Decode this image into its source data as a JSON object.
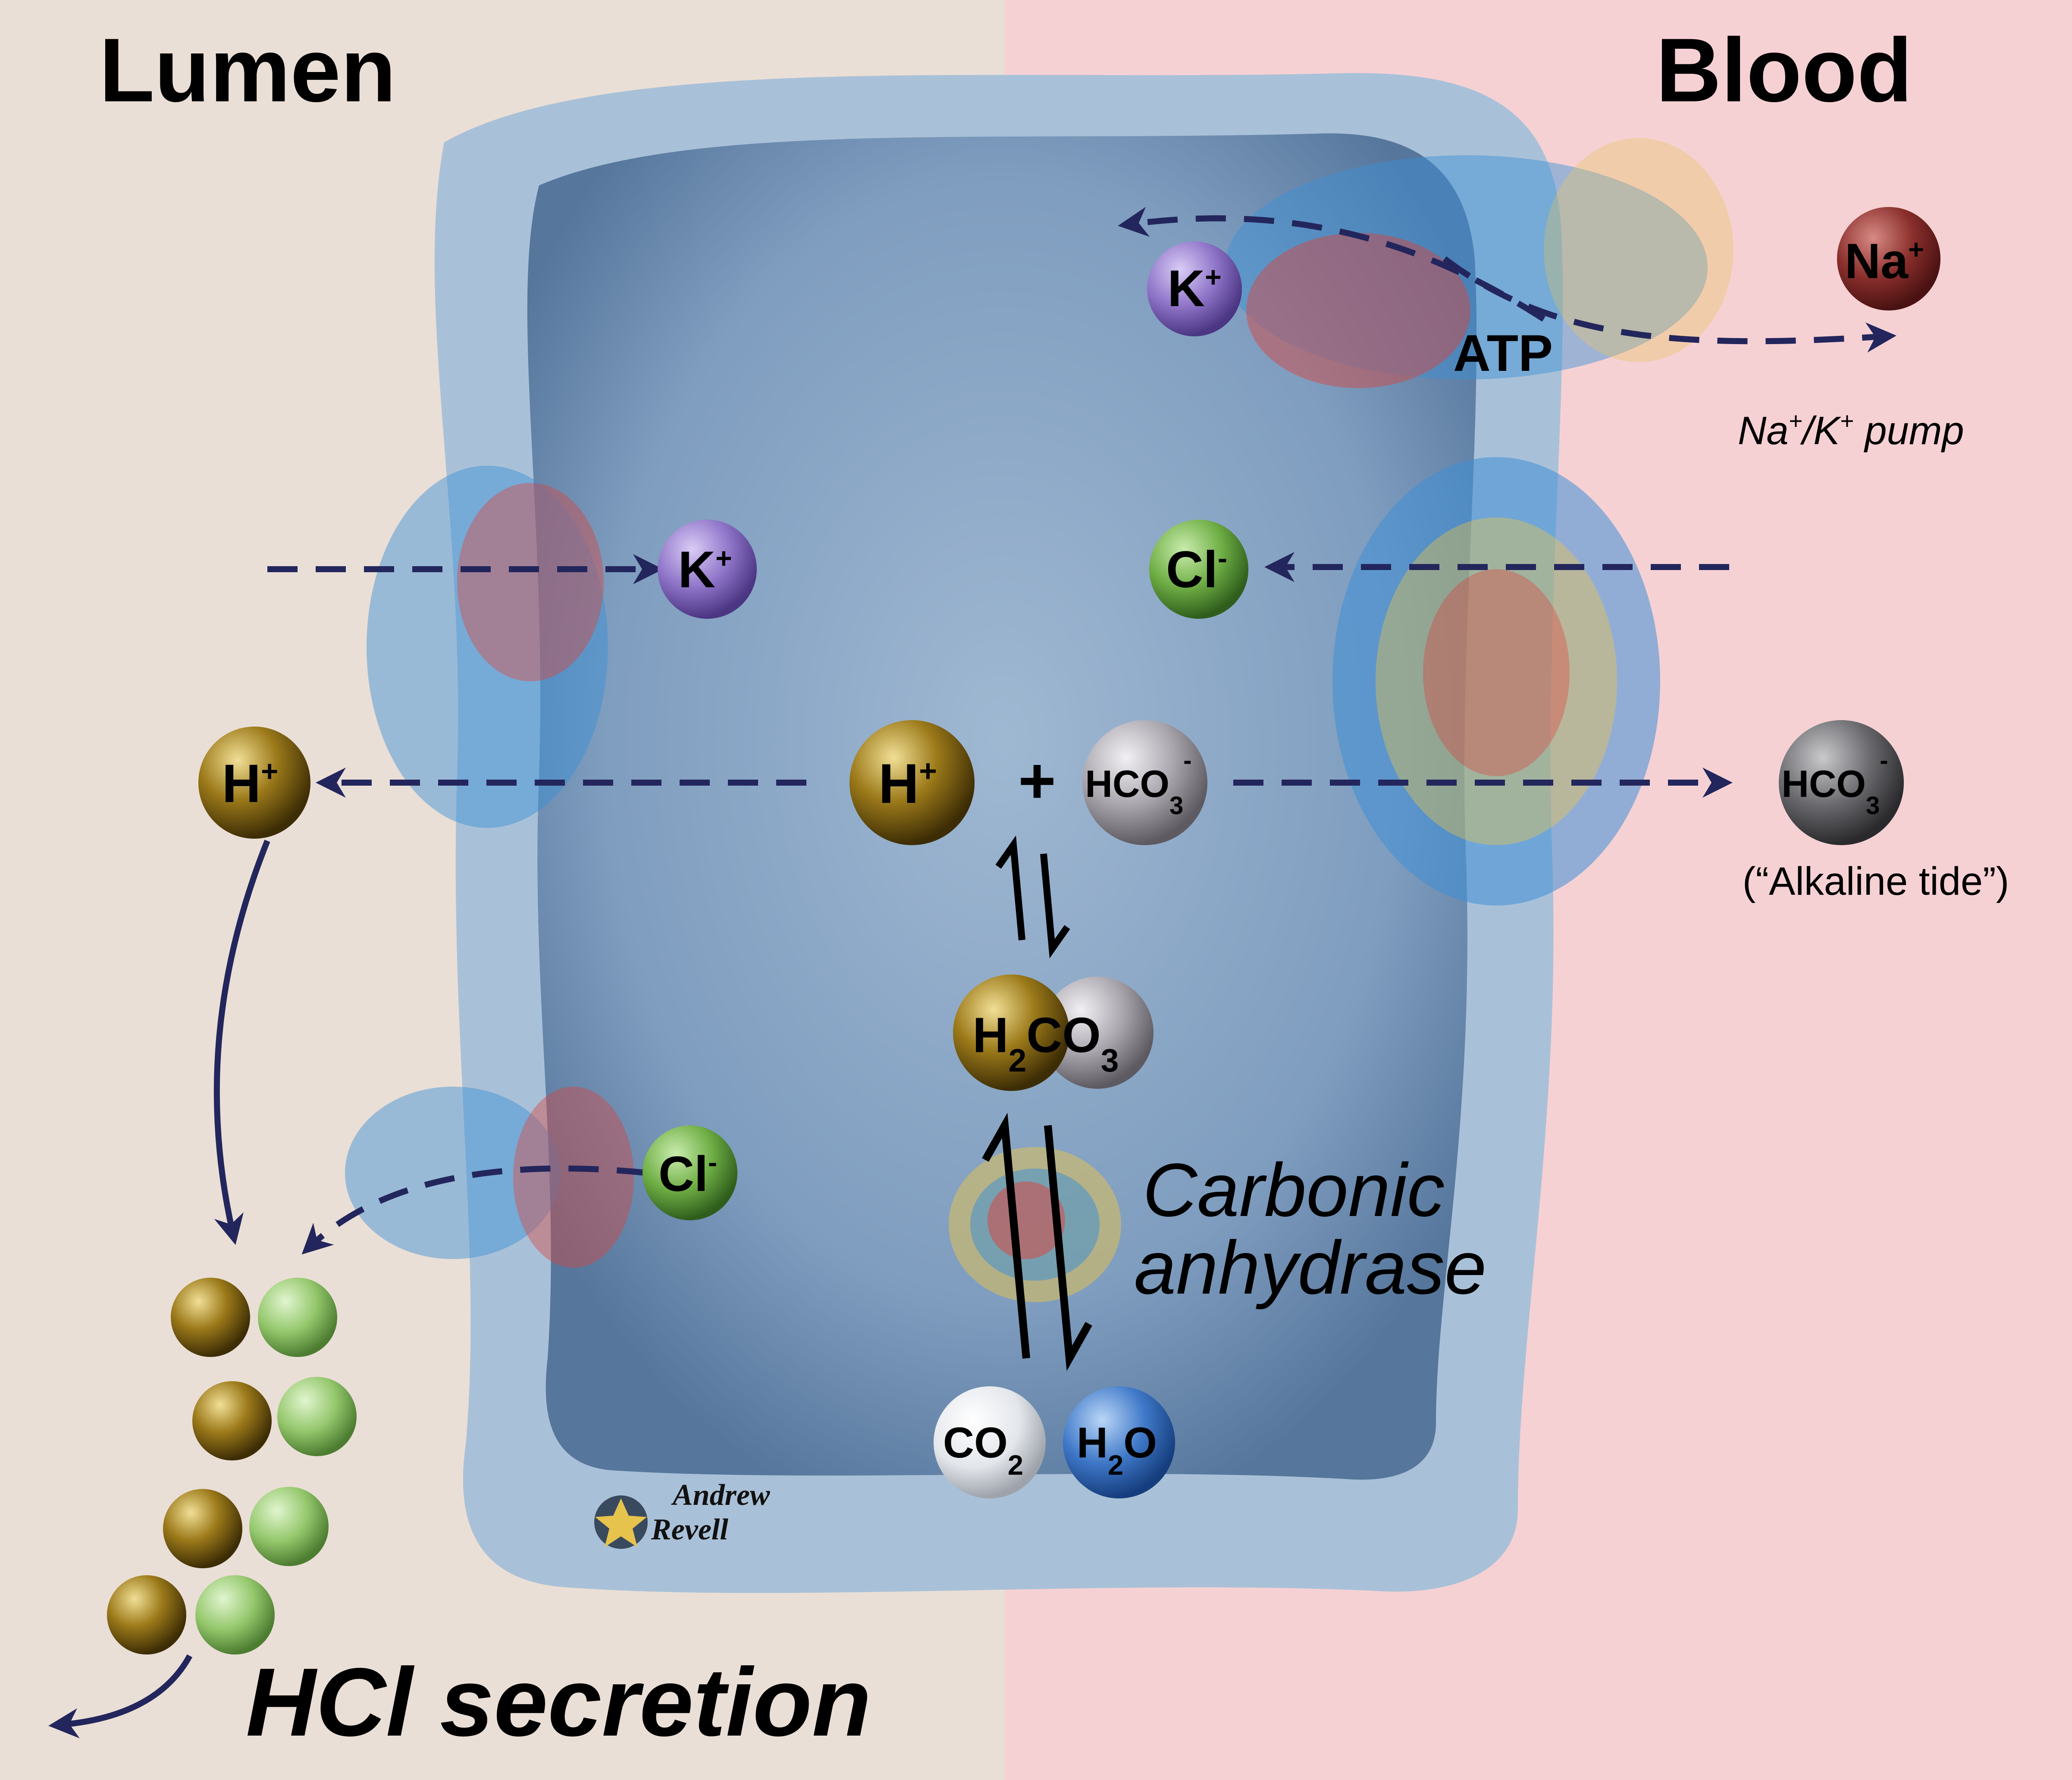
{
  "headings": {
    "lumen": "Lumen",
    "blood": "Blood"
  },
  "ions": {
    "k_top": {
      "base": "K",
      "sup": "+"
    },
    "na": {
      "base": "Na",
      "sup": "+"
    },
    "k_mid": {
      "base": "K",
      "sup": "+"
    },
    "cl_right": {
      "base": "Cl",
      "sup": "-"
    },
    "h_left": {
      "base": "H",
      "sup": "+"
    },
    "h_center": {
      "base": "H",
      "sup": "+"
    },
    "plus": "+",
    "hco3_center": {
      "base": "HCO",
      "sub": "3",
      "sup": "-"
    },
    "hco3_right": {
      "base": "HCO",
      "sub": "3",
      "sup": "-"
    },
    "h2co3": {
      "a": "H",
      "sub1": "2",
      "b": "CO",
      "sub2": "3"
    },
    "cl_bottom": {
      "base": "Cl",
      "sup": "-"
    },
    "co2": {
      "base": "CO",
      "sub": "2"
    },
    "h2o": {
      "a": "H",
      "sub": "2",
      "b": "O"
    }
  },
  "labels": {
    "atp": "ATP",
    "pump_na": "Na",
    "pump_sup1": "+",
    "pump_mid": "/K",
    "pump_sup2": "+",
    "pump_end": " pump",
    "alkaline_tide": "(“Alkaline tide”)",
    "carbonic": "Carbonic",
    "anhydrase": "anhydrase",
    "hcl_secretion": "HCl secretion"
  },
  "signature": {
    "line1": "Andrew",
    "line2": "Revell"
  },
  "colors": {
    "lumen_bg": "#eadfd6",
    "blood_bg": "#f6d1d4",
    "cell": "#a9c1d8",
    "cell_dark": "#5f7fa3",
    "arrow": "#23265c",
    "k": "#8f74c8",
    "na": "#8a2f2c",
    "cl": "#6fae45",
    "h": "#8a6a10",
    "hco3": "#8e8c92",
    "hco3_dark": "#4a4a4e",
    "co2": "#e8eaee",
    "h2o": "#3f78c8"
  }
}
